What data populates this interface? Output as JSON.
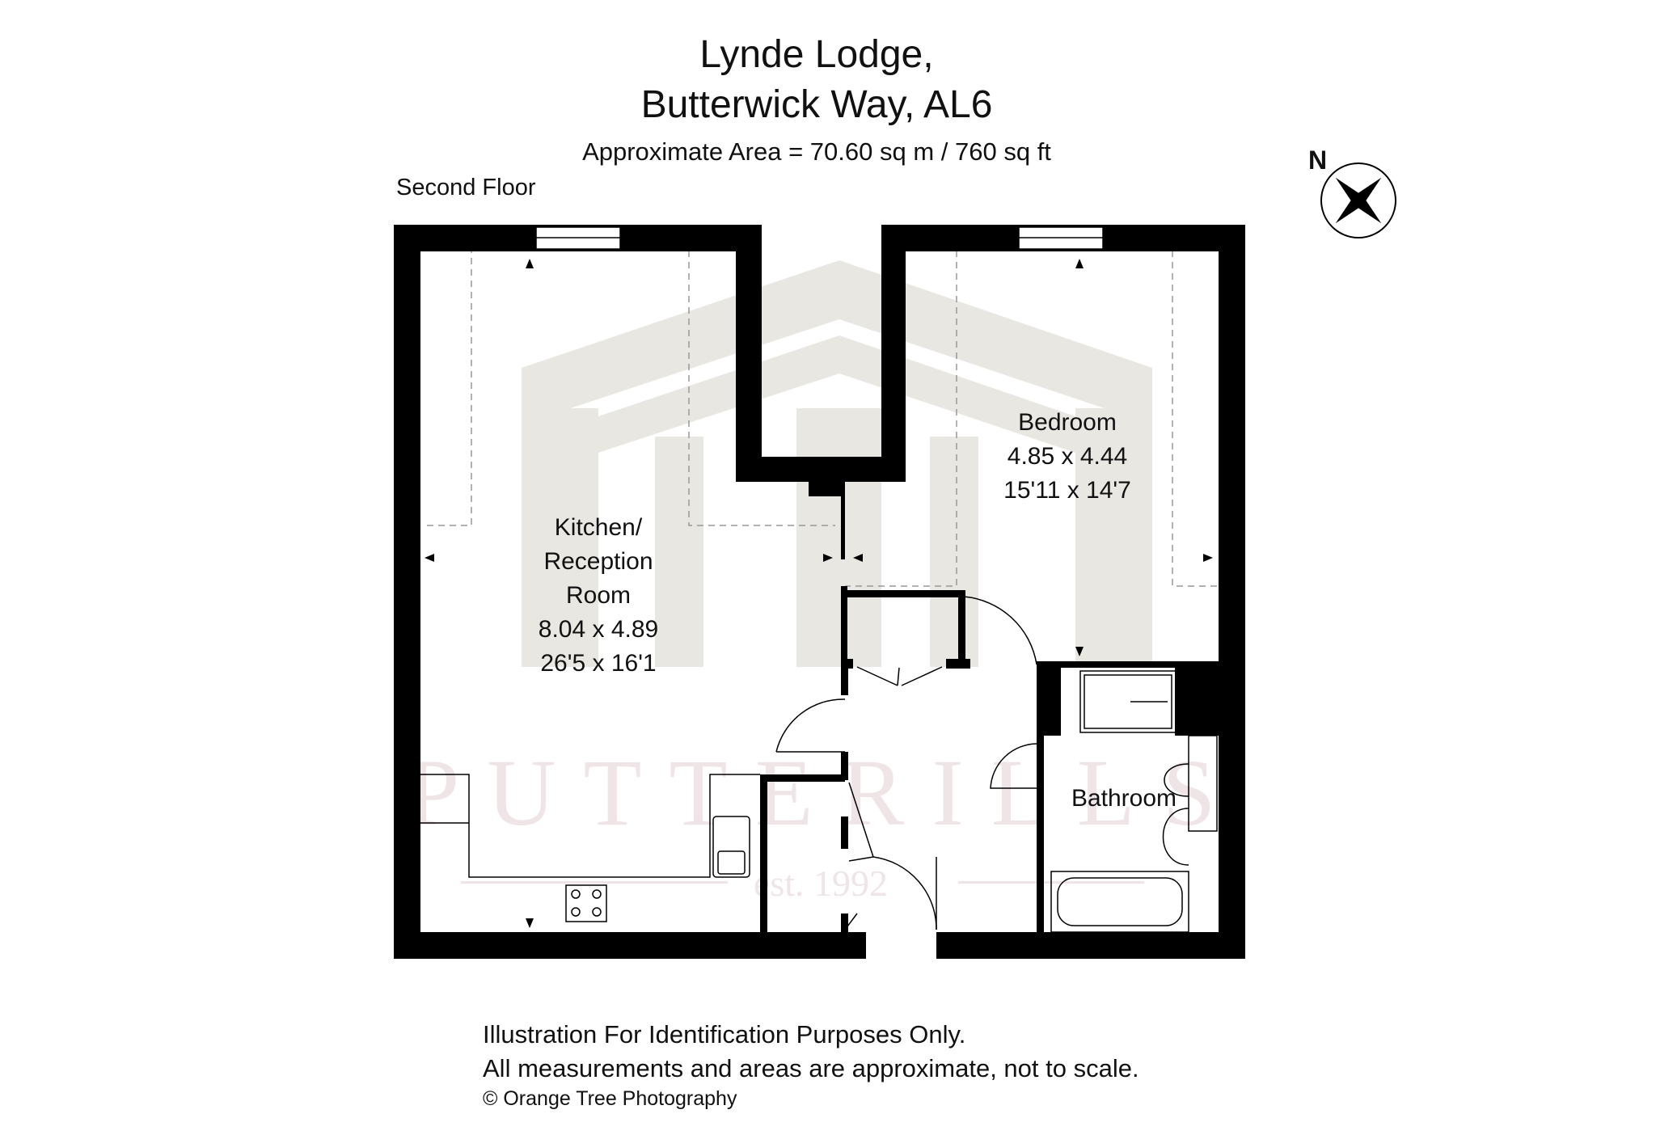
{
  "header": {
    "title_line1": "Lynde Lodge,",
    "title_line2": "Butterwick Way, AL6",
    "area": "Approximate Area =  70.60 sq m / 760 sq ft"
  },
  "floor_label": "Second Floor",
  "compass": {
    "north_label": "N"
  },
  "rooms": {
    "kitchen": {
      "name_line1": "Kitchen/",
      "name_line2": "Reception",
      "name_line3": "Room",
      "metric": "8.04 x 4.89",
      "imperial": "26'5 x 16'1"
    },
    "bedroom": {
      "name": "Bedroom",
      "metric": "4.85 x 4.44",
      "imperial": "15'11 x 14'7"
    },
    "bathroom": {
      "name": "Bathroom"
    }
  },
  "watermark": {
    "brand": "PUTTERILLS",
    "est": "est. 1992"
  },
  "footer": {
    "line1": "Illustration For Identification Purposes Only.",
    "line2": "All measurements and areas are approximate, not to scale.",
    "copyright": "© Orange Tree Photography"
  },
  "colors": {
    "wall": "#000000",
    "watermark": "#e9e7e1",
    "watermark_text": "#efe4e6"
  }
}
